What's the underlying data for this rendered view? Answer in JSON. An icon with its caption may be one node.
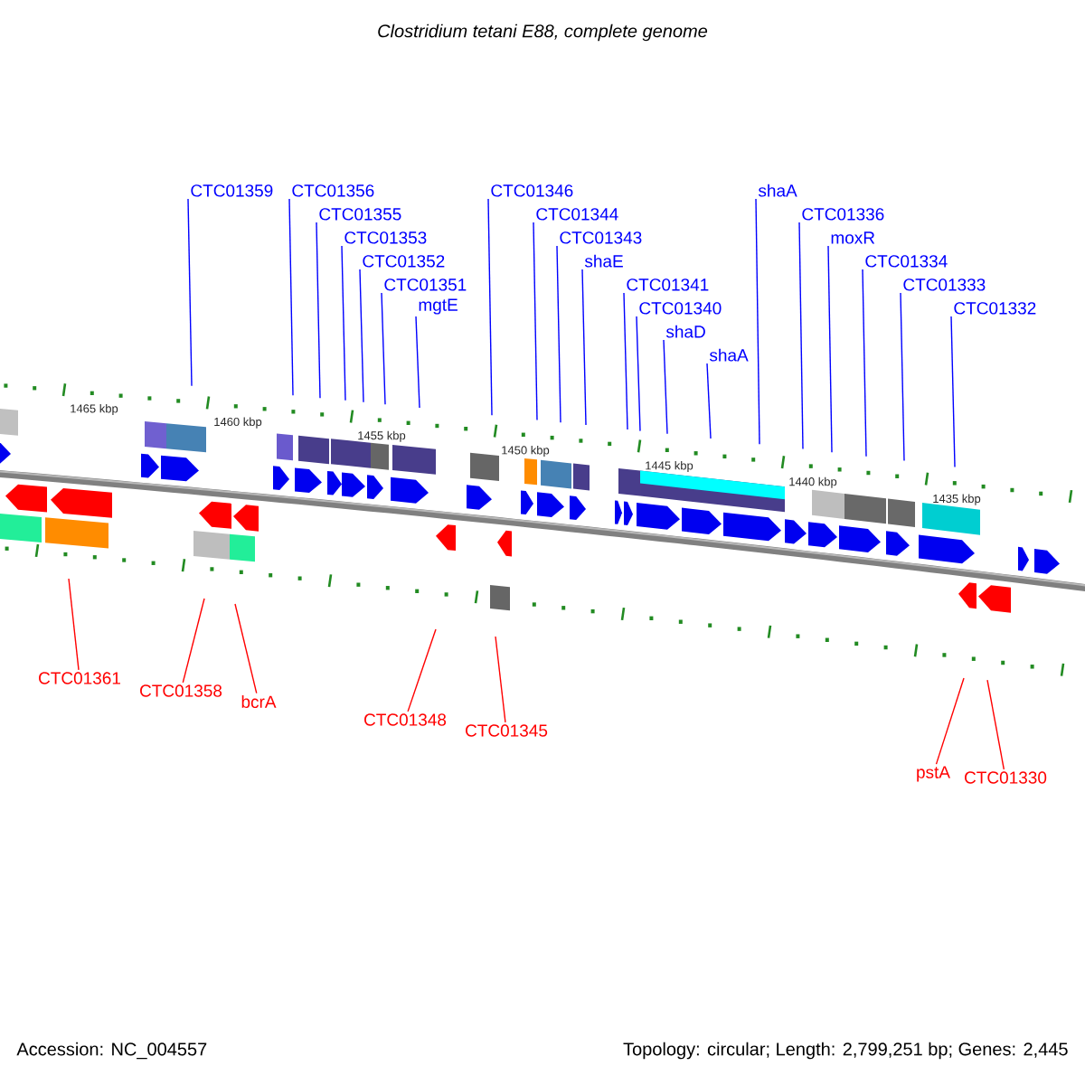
{
  "diagram": {
    "title": "*Clostridium tetani* E88, complete genome",
    "nodes": [
      {
        "text": [
          "CTC01359"
        ]
      },
      {
        "text": [
          "CTC01356"
        ]
      },
      {
        "text": [
          "CTC01355"
        ]
      },
      {
        "text": [
          "CTC01353"
        ]
      },
      {
        "text": [
          "CTC01352"
        ]
      },
      {
        "text": [
          "CTC01351"
        ]
      },
      {
        "text": [
          "mgtE"
        ]
      },
      {
        "text": [
          "CTC01346"
        ]
      },
      {
        "text": [
          "CTC01344"
        ]
      },
      {
        "text": [
          "CTC01343"
        ]
      },
      {
        "text": [
          "shaE"
        ]
      },
      {
        "text": [
          "CTC01341"
        ]
      },
      {
        "text": [
          "CTC01340"
        ]
      },
      {
        "text": [
          "shaD"
        ]
      },
      {
        "text": [
          "shaA"
        ]
      },
      {
        "text": [
          "shaA"
        ]
      },
      {
        "text": [
          "CTC01336"
        ]
      },
      {
        "text": [
          "moxR"
        ]
      },
      {
        "text": [
          "CTC01334"
        ]
      },
      {
        "text": [
          "CTC01333"
        ]
      },
      {
        "text": [
          "CTC01332"
        ]
      },
      {
        "text": [
          "CTC01361"
        ]
      },
      {
        "text": [
          "CTC01358"
        ]
      },
      {
        "text": [
          "bcrA"
        ]
      },
      {
        "text": [
          "CTC01348"
        ]
      },
      {
        "text": [
          "CTC01345"
        ]
      },
      {
        "text": [
          "pstA"
        ]
      },
      {
        "text": [
          "CTC01330"
        ]
      }
    ],
    "edges": [
      {
        "from": 0,
        "to": null,
        "arrow": "none"
      },
      {
        "from": 1,
        "to": null,
        "arrow": "none"
      },
      {
        "from": 2,
        "to": null,
        "arrow": "none"
      },
      {
        "from": 3,
        "to": null,
        "arrow": "none"
      },
      {
        "from": 4,
        "to": null,
        "arrow": "none"
      },
      {
        "from": 5,
        "to": null,
        "arrow": "none"
      },
      {
        "from": 6,
        "to": null,
        "arrow": "none"
      },
      {
        "from": 7,
        "to": null,
        "arrow": "none"
      },
      {
        "from": 8,
        "to": null,
        "arrow": "none"
      },
      {
        "from": 9,
        "to": null,
        "arrow": "none"
      },
      {
        "from": 10,
        "to": null,
        "arrow": "none"
      },
      {
        "from": 11,
        "to": null,
        "arrow": "none"
      },
      {
        "from": 12,
        "to": null,
        "arrow": "none"
      },
      {
        "from": 13,
        "to": null,
        "arrow": "none"
      },
      {
        "from": 14,
        "to": null,
        "arrow": "none"
      },
      {
        "from": 15,
        "to": null,
        "arrow": "none"
      },
      {
        "from": 16,
        "to": null,
        "arrow": "none"
      },
      {
        "from": 17,
        "to": null,
        "arrow": "none"
      },
      {
        "from": 18,
        "to": null,
        "arrow": "none"
      },
      {
        "from": 19,
        "to": null,
        "arrow": "none"
      },
      {
        "from": 20,
        "to": null,
        "arrow": "none"
      },
      {
        "from": 21,
        "to": null,
        "arrow": "none",
        "color": "#ff0000"
      },
      {
        "from": 22,
        "to": null,
        "arrow": "none",
        "color": "#ff0000"
      },
      {
        "from": 23,
        "to": null,
        "arrow": "none",
        "color": "#ff0000"
      },
      {
        "from": 24,
        "to": null,
        "arrow": "none",
        "color": "#ff0000"
      },
      {
        "from": 25,
        "to": null,
        "arrow": "none",
        "color": "#ff0000"
      },
      {
        "from": 26,
        "to": null,
        "arrow": "none",
        "color": "#ff0000"
      },
      {
        "from": 27,
        "to": null,
        "arrow": "none",
        "color": "#ff0000"
      }
    ],
    "labels": [
      "1465 kbp",
      "1460 kbp",
      "1455 kbp",
      "1450 kbp",
      "1445 kbp",
      "1440 kbp",
      "1435 kbp",
      "Accession: NC_004557",
      "Topology: circular; Length: 2,799,251 bp; Genes: 2,445"
    ]
  }
}
